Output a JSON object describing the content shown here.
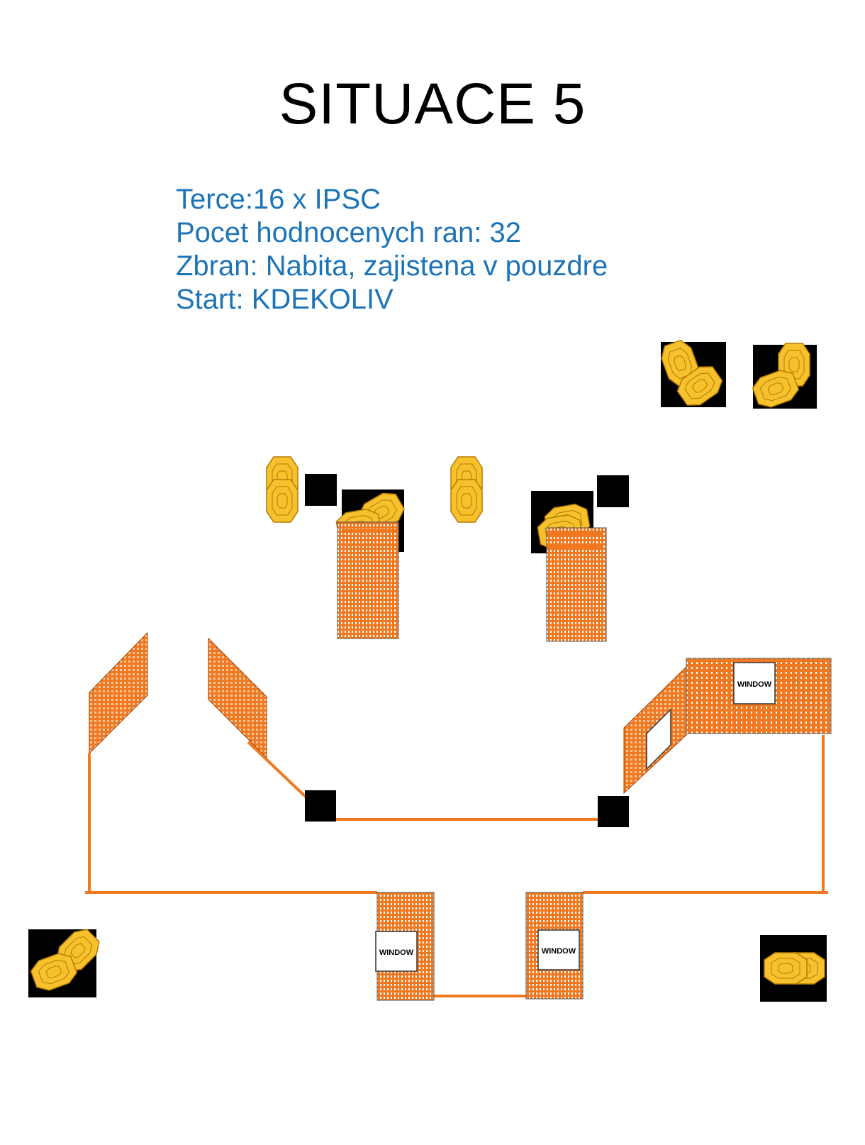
{
  "title": "SITUACE 5",
  "info": {
    "lines": [
      "Terce:16 x IPSC",
      "Pocet hodnocenych ran: 32",
      "Zbran: Nabita, zajistena v pouzdre",
      "Start: KDEKOLIV"
    ]
  },
  "window_label": "WINDOW",
  "colors": {
    "info_text": "#1d74b6",
    "wall": "#f07820",
    "target_fill": "#f6c12c",
    "target_stroke": "#b57b00",
    "no_shoot": "#000000"
  },
  "icons": {
    "ipsc_target": "ipsc-target-icon",
    "no_shoot": "no-shoot-target-icon",
    "barricade": "barricade-icon",
    "window": "window-icon"
  }
}
